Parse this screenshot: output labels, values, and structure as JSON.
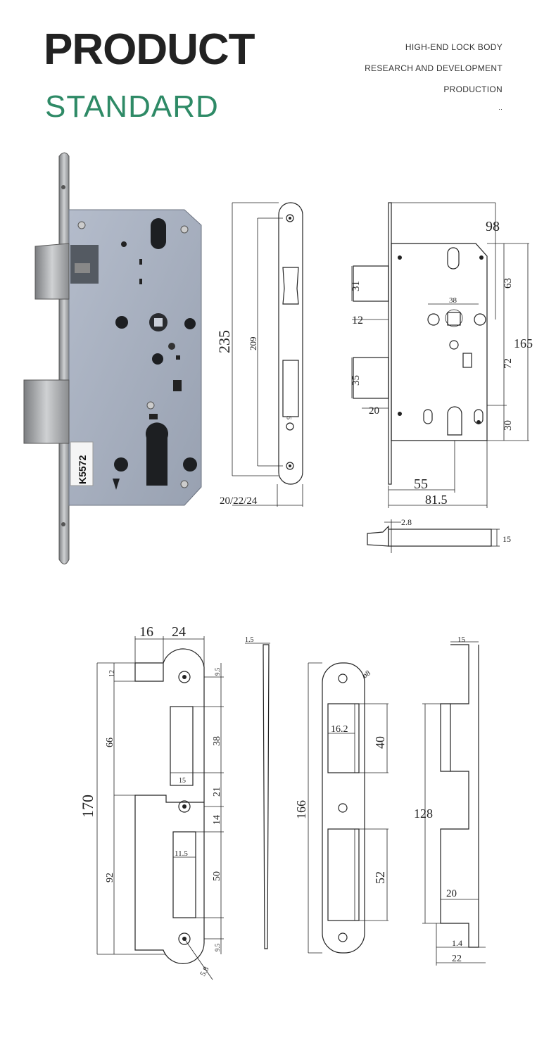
{
  "header": {
    "title": "PRODUCT",
    "subtitle": "STANDARD",
    "lines": [
      "HIGH-END LOCK BODY",
      "RESEARCH AND DEVELOPMENT",
      "PRODUCTION",
      ".."
    ]
  },
  "photo": {
    "model_label": "K5572"
  },
  "front_plate_drawing": {
    "dims": [
      "235",
      "209",
      "20/22/24",
      "9"
    ]
  },
  "lock_body_drawing": {
    "dims": [
      "98",
      "63",
      "165",
      "72",
      "30",
      "38",
      "31",
      "12",
      "35",
      "20",
      "55",
      "81.5"
    ]
  },
  "latch_drawing": {
    "dims": [
      "2.8",
      "15"
    ]
  },
  "strike_plate_a": {
    "dims": [
      "16",
      "24",
      "170",
      "12",
      "66",
      "92",
      "9.5",
      "38",
      "21",
      "14",
      "50",
      "9.5",
      "15",
      "11.5",
      "5.8"
    ]
  },
  "strike_side_view": {
    "dims": [
      "1.5"
    ]
  },
  "strike_plate_b": {
    "dims": [
      "166",
      "16.2",
      "40",
      "52",
      "ø8"
    ]
  },
  "strike_box": {
    "dims": [
      "15",
      "128",
      "20",
      "1.4",
      "22"
    ]
  },
  "colors": {
    "title": "#222222",
    "subtitle": "#2e8a66",
    "drawing_line": "#222222",
    "lock_case": "#a3adbc"
  }
}
